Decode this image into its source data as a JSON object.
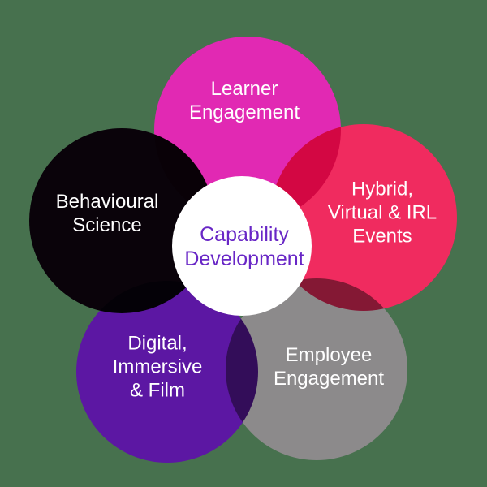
{
  "background_color": "#47714E",
  "venn": {
    "blend_mode": "multiply",
    "circles": [
      {
        "name": "learner-engagement",
        "color": "#E129B3",
        "text_color": "#FFFFFF",
        "lines": [
          "Learner",
          "Engagement"
        ]
      },
      {
        "name": "behavioural-science",
        "color": "#0A030A",
        "text_color": "#FFFFFF",
        "lines": [
          "Behavioural",
          "Science"
        ]
      },
      {
        "name": "hybrid-virtual-irl-events",
        "color": "#F02B5F",
        "text_color": "#FFFFFF",
        "lines": [
          "Hybrid,",
          "Virtual & IRL",
          "Events"
        ]
      },
      {
        "name": "digital-immersive-film",
        "color": "#5C17A3",
        "text_color": "#FFFFFF",
        "lines": [
          "Digital,",
          "Immersive",
          "& Film"
        ]
      },
      {
        "name": "employee-engagement",
        "color": "#8C8A8B",
        "text_color": "#FFFFFF",
        "lines": [
          "Employee",
          "Engagement"
        ]
      }
    ],
    "center": {
      "name": "capability-development",
      "color": "#FFFFFF",
      "text_color": "#6826C6",
      "lines": [
        "Capability",
        "Development"
      ]
    }
  }
}
